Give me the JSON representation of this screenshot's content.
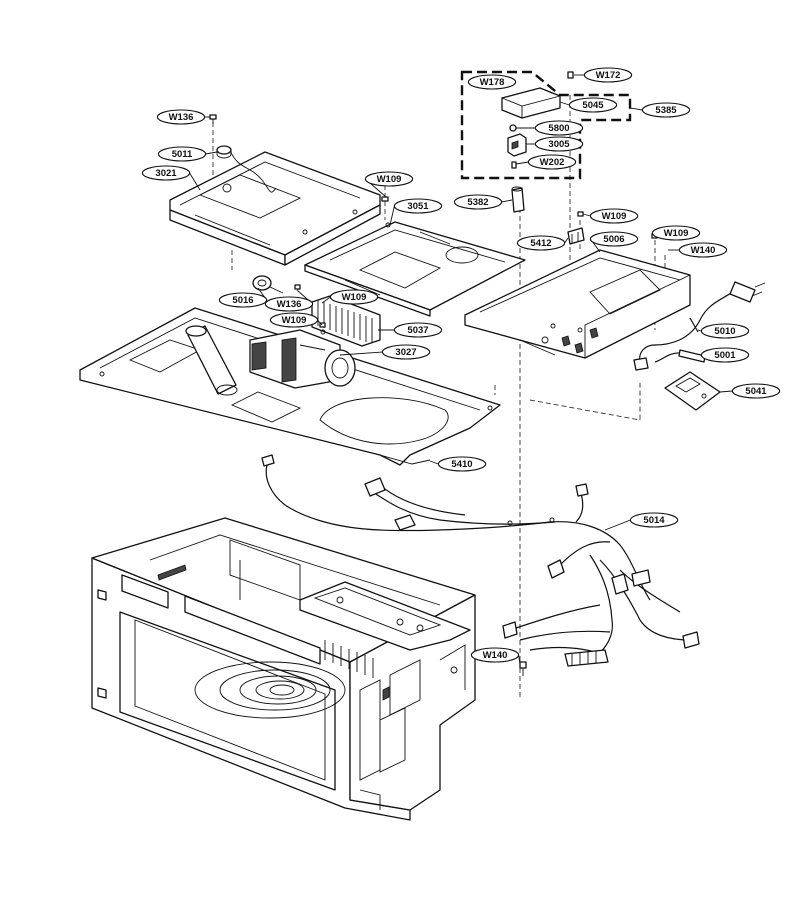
{
  "callouts": [
    {
      "id": "w136-top",
      "label": "W136"
    },
    {
      "id": "5011",
      "label": "5011"
    },
    {
      "id": "3021",
      "label": "3021"
    },
    {
      "id": "w109-a",
      "label": "W109"
    },
    {
      "id": "3051",
      "label": "3051"
    },
    {
      "id": "5016",
      "label": "5016"
    },
    {
      "id": "w136-mid",
      "label": "W136"
    },
    {
      "id": "w109-b",
      "label": "W109"
    },
    {
      "id": "w109-c",
      "label": "W109"
    },
    {
      "id": "5037",
      "label": "5037"
    },
    {
      "id": "3027",
      "label": "3027"
    },
    {
      "id": "5410",
      "label": "5410"
    },
    {
      "id": "w178",
      "label": "W178"
    },
    {
      "id": "w172",
      "label": "W172"
    },
    {
      "id": "5045",
      "label": "5045"
    },
    {
      "id": "5385",
      "label": "5385"
    },
    {
      "id": "5800",
      "label": "5800"
    },
    {
      "id": "3005",
      "label": "3005"
    },
    {
      "id": "w202",
      "label": "W202"
    },
    {
      "id": "5382",
      "label": "5382"
    },
    {
      "id": "w109-d",
      "label": "W109"
    },
    {
      "id": "5412",
      "label": "5412"
    },
    {
      "id": "5006",
      "label": "5006"
    },
    {
      "id": "w109-e",
      "label": "W109"
    },
    {
      "id": "w140-a",
      "label": "W140"
    },
    {
      "id": "5010",
      "label": "5010"
    },
    {
      "id": "5001",
      "label": "5001"
    },
    {
      "id": "5041",
      "label": "5041"
    },
    {
      "id": "5014",
      "label": "5014"
    },
    {
      "id": "w140-b",
      "label": "W140"
    }
  ]
}
